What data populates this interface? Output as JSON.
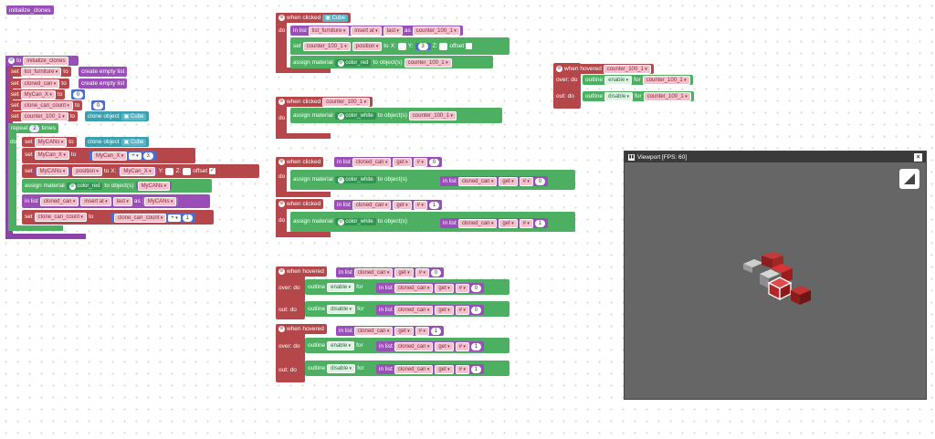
{
  "init_block": {
    "label": "initialize_clones"
  },
  "func": {
    "header": "to",
    "name": "initialize_clones",
    "set_label": "set",
    "to_label": "to",
    "rows": [
      {
        "var": "list_furniture",
        "value": "create empty list"
      },
      {
        "var": "cloned_can",
        "value": "create empty list"
      },
      {
        "var": "MyCan_X",
        "value": "0"
      },
      {
        "var": "clone_can_count",
        "value": "0"
      },
      {
        "var": "counter_100_1",
        "value": "clone object",
        "object": "Cube"
      }
    ],
    "repeat_label": "repeat",
    "repeat_count": "2",
    "times_label": "times",
    "do_label": "do",
    "body": {
      "set1_var": "MyCANs",
      "set1_value": "clone object",
      "set1_object": "Cube",
      "set2_var": "MyCan_X",
      "set2_var_ref": "MyCan_X",
      "set2_op": "+",
      "set2_num": "3",
      "set3_label": "set",
      "set3_obj": "MyCANs",
      "set3_prop": "position",
      "set3_to": "to",
      "set3_x": "X:",
      "set3_x_var": "MyCan_X",
      "set3_y": "Y:",
      "set3_z": "Z:",
      "set3_offset": "offset",
      "assign_label": "assign material",
      "assign_mat": "color_red",
      "assign_to": "to object(s)",
      "assign_obj": "MyCANs",
      "inlist_label": "in list",
      "inlist_list": "cloned_can",
      "inlist_op": "insert at",
      "inlist_pos": "last",
      "inlist_as": "as",
      "inlist_val": "MyCANs",
      "set4_var": "clone_can_count",
      "set4_ref": "clone_can_count",
      "set4_op": "+",
      "set4_num": "1"
    }
  },
  "click_cube": {
    "header": "when clicked",
    "object": "Cube",
    "do_label": "do",
    "inlist_label": "in list",
    "list": "list_furniture",
    "op": "insert at",
    "pos": "last",
    "as": "as",
    "val": "counter_100_1",
    "set_label": "set",
    "set_obj": "counter_100_1",
    "set_prop": "position",
    "set_to": "to",
    "x": "X:",
    "y": "Y:",
    "y_num": "3",
    "z": "Z:",
    "offset": "offset",
    "assign_label": "assign material",
    "mat": "color_red",
    "to_obj": "to object(s)",
    "obj": "counter_100_1"
  },
  "click_counter": {
    "header": "when clicked",
    "object": "counter_100_1",
    "do_label": "do",
    "assign_label": "assign material",
    "mat": "color_white",
    "to_obj": "to object(s)",
    "obj": "counter_100_1"
  },
  "click_can0": {
    "header": "when clicked",
    "inlist": "in list",
    "list": "cloned_can",
    "get": "get",
    "hash": "#",
    "idx": "0",
    "do_label": "do",
    "assign_label": "assign material",
    "mat": "color_white",
    "to_obj": "to object(s)",
    "list2": "cloned_can",
    "idx2": "0"
  },
  "click_can1": {
    "header": "when clicked",
    "inlist": "in list",
    "list": "cloned_can",
    "get": "get",
    "hash": "#",
    "idx": "1",
    "do_label": "do",
    "assign_label": "assign material",
    "mat": "color_white",
    "to_obj": "to object(s)",
    "list2": "cloned_can",
    "idx2": "1"
  },
  "hover_counter": {
    "header": "when hovered",
    "object": "counter_100_1",
    "over_label": "over: do",
    "out_label": "out: do",
    "outline": "outline",
    "enable": "enable",
    "disable": "disable",
    "for": "for",
    "obj": "counter_100_1"
  },
  "hover_can0": {
    "header": "when hovered",
    "inlist": "in list",
    "list": "cloned_can",
    "get": "get",
    "hash": "#",
    "idx": "0",
    "over_label": "over: do",
    "out_label": "out: do",
    "outline": "outline",
    "enable": "enable",
    "disable": "disable",
    "for": "for"
  },
  "hover_can1": {
    "header": "when hovered",
    "inlist": "in list",
    "list": "cloned_can",
    "get": "get",
    "hash": "#",
    "idx": "1",
    "over_label": "over: do",
    "out_label": "out: do",
    "outline": "outline",
    "enable": "enable",
    "disable": "disable",
    "for": "for"
  },
  "viewport": {
    "title": "Viewport [FPS: 60]",
    "close": "×"
  },
  "colors": {
    "purple": "#9a4fb8",
    "red": "#b5474a",
    "green": "#4caf62",
    "blue": "#4c6ccf",
    "teal": "#3aa0b0",
    "pink": "#f2c1cd",
    "viewport_bg": "#666666"
  },
  "icons": {
    "gear": "gear-icon",
    "cube": "cube-icon",
    "close": "close-icon",
    "expand": "expand-icon"
  }
}
